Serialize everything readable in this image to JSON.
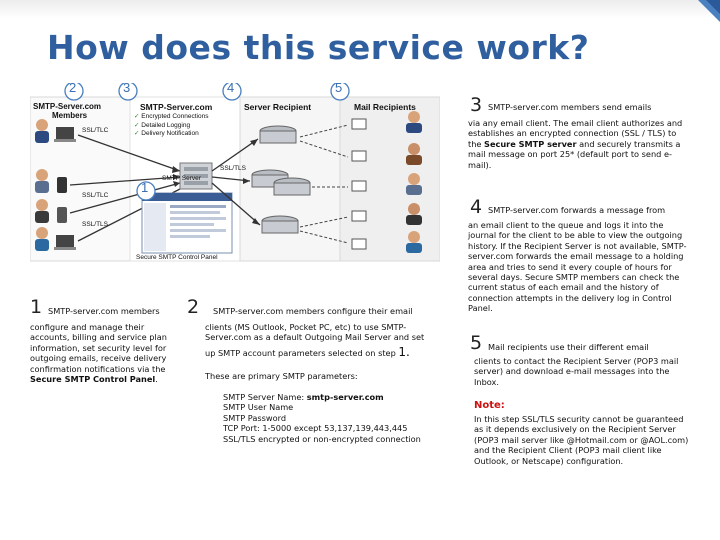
{
  "title": "How does this service work?",
  "diagram": {
    "badges": [
      "2",
      "3",
      "4",
      "5",
      "1"
    ],
    "col1_title": "SMTP-Server.com",
    "col1_sub": "Members",
    "col2_title": "SMTP-Server.com",
    "checks": [
      "Encrypted Connections",
      "Detailed Logging",
      "Delivery Notification"
    ],
    "col3_title": "Server Recipient",
    "col4_title": "Mail Recipients",
    "ssl1": "SSL/TLC",
    "ssl2": "SSL/TLC",
    "ssl3": "SSL/TLS",
    "ssl4": "SSL/TLS",
    "smtp_server": "SMTP Server",
    "panel_caption": "Secure SMTP Control Panel"
  },
  "step1": {
    "num": "1",
    "head": "SMTP-server.com members",
    "text": "configure and manage their accounts, billing and service plan information, set security level for outgoing emails, receive delivery confirmation notifications via the",
    "bold": "Secure SMTP Control Panel",
    "end": "."
  },
  "step2": {
    "num": "2",
    "head": "SMTP-server.com members configure their email",
    "text": "clients (MS Outlook, Pocket PC, etc) to use SMTP-Server.com as a default Outgoing Mail Server and set",
    "line3": "up SMTP account parameters selected on step",
    "ref": "1.",
    "params_intro": "These are primary SMTP parameters:",
    "params": [
      {
        "label": "SMTP Server Name: ",
        "value": "smtp-server.com"
      },
      {
        "label": "SMTP User Name",
        "value": ""
      },
      {
        "label": "SMTP Password",
        "value": ""
      },
      {
        "label": "TCP Port: 1-5000 except 53,137,139,443,445",
        "value": ""
      },
      {
        "label": "SSL/TLS encrypted or non-encrypted connection",
        "value": ""
      }
    ]
  },
  "step3": {
    "num": "3",
    "head": "SMTP-server.com members send emails",
    "text1": "via any email client. The email client authorizes and establishes an encrypted connection (SSL / TLS) to the",
    "bold": "Secure SMTP server",
    "text2": "and securely transmits a mail message on port 25* (default port to send e-mail)."
  },
  "step4": {
    "num": "4",
    "head": "SMTP-server.com forwards a message from",
    "text": "an email client to the queue and logs it into the journal for the client to be able to view the outgoing history. If the Recipient Server is not available, SMTP-server.com forwards the email message to a holding area and tries to send it every couple of hours for several days. Secure SMTP members can check the current status of each email and the history of connection attempts in the delivery log in Control Panel."
  },
  "step5": {
    "num": "5",
    "head": "Mail recipients use their different email",
    "text": "clients to contact the Recipient Server (POP3 mail server) and download e-mail messages into the Inbox."
  },
  "note": {
    "label": "Note:",
    "text": "In this step SSL/TLS security cannot be guaranteed as it depends exclusively on the Recipient Server (POP3 mail server like @Hotmail.com or @AOL.com) and the Recipient Client (POP3 mail client like Outlook, or Netscape) configuration."
  },
  "colors": {
    "title": "#2f5f9e",
    "note": "#cc1111",
    "badge": "#4a7fc0"
  }
}
